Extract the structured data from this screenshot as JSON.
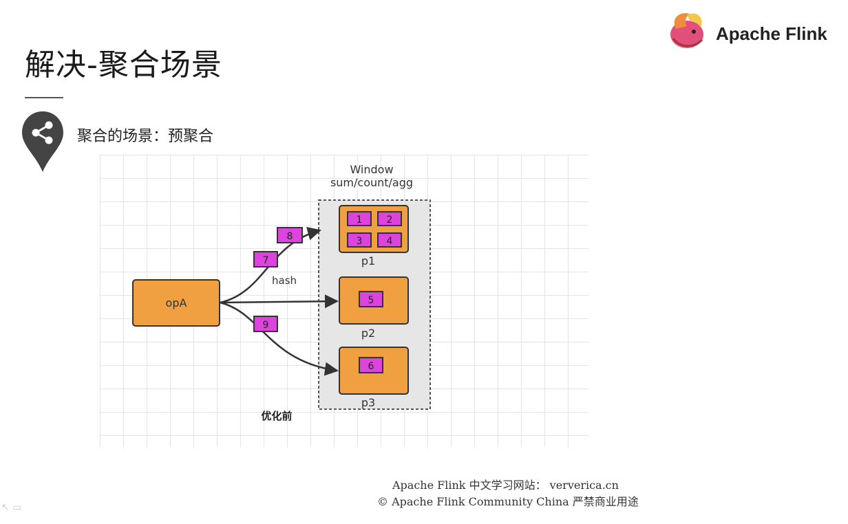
{
  "slide": {
    "title": "解决-聚合场景",
    "subtitle": "聚合的场景：预聚合",
    "logo_text": "Apache Flink",
    "share_icon": "share-icon",
    "footer_line1": "Apache Flink 中文学习网站： ververica.cn",
    "footer_line2": "© Apache Flink Community China  严禁商业用途"
  },
  "diagram": {
    "window_label_line1": "Window",
    "window_label_line2": "sum/count/agg",
    "source_label": "opA",
    "edge_label": "hash",
    "caption": "优化前",
    "partitions": [
      {
        "label": "p1",
        "records": [
          "1",
          "2",
          "3",
          "4"
        ]
      },
      {
        "label": "p2",
        "records": [
          "5"
        ]
      },
      {
        "label": "p3",
        "records": [
          "6"
        ]
      }
    ],
    "in_flight_records": [
      "8",
      "7",
      "9"
    ],
    "colors": {
      "operator_fill": "#f0a040",
      "record_fill": "#dd44dd",
      "window_fill": "#e6e6e6"
    }
  }
}
